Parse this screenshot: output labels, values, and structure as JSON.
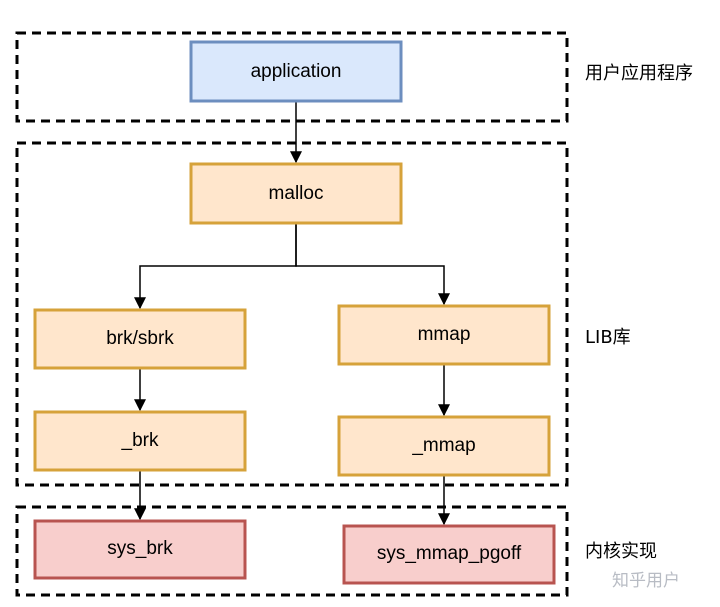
{
  "layers": [
    {
      "label": "用户应用程序"
    },
    {
      "label": "LIB库"
    },
    {
      "label": "内核实现"
    }
  ],
  "nodes": {
    "application": "application",
    "malloc": "malloc",
    "brk_sbrk": "brk/sbrk",
    "mmap": "mmap",
    "_brk": "_brk",
    "_mmap": "_mmap",
    "sys_brk": "sys_brk",
    "sys_mmap_pgoff": "sys_mmap_pgoff"
  },
  "edges": [
    {
      "from": "application",
      "to": "malloc"
    },
    {
      "from": "malloc",
      "to": "brk/sbrk"
    },
    {
      "from": "malloc",
      "to": "mmap"
    },
    {
      "from": "brk/sbrk",
      "to": "_brk"
    },
    {
      "from": "mmap",
      "to": "_mmap"
    },
    {
      "from": "_brk",
      "to": "sys_brk"
    },
    {
      "from": "_mmap",
      "to": "sys_mmap_pgoff"
    }
  ],
  "colors": {
    "app_fill": "#dae8fc",
    "app_stroke": "#6c8ebf",
    "lib_fill": "#ffe6cc",
    "lib_stroke": "#d6a23a",
    "kernel_fill": "#f8cecc",
    "kernel_stroke": "#b85450"
  },
  "watermark": "知乎用户"
}
